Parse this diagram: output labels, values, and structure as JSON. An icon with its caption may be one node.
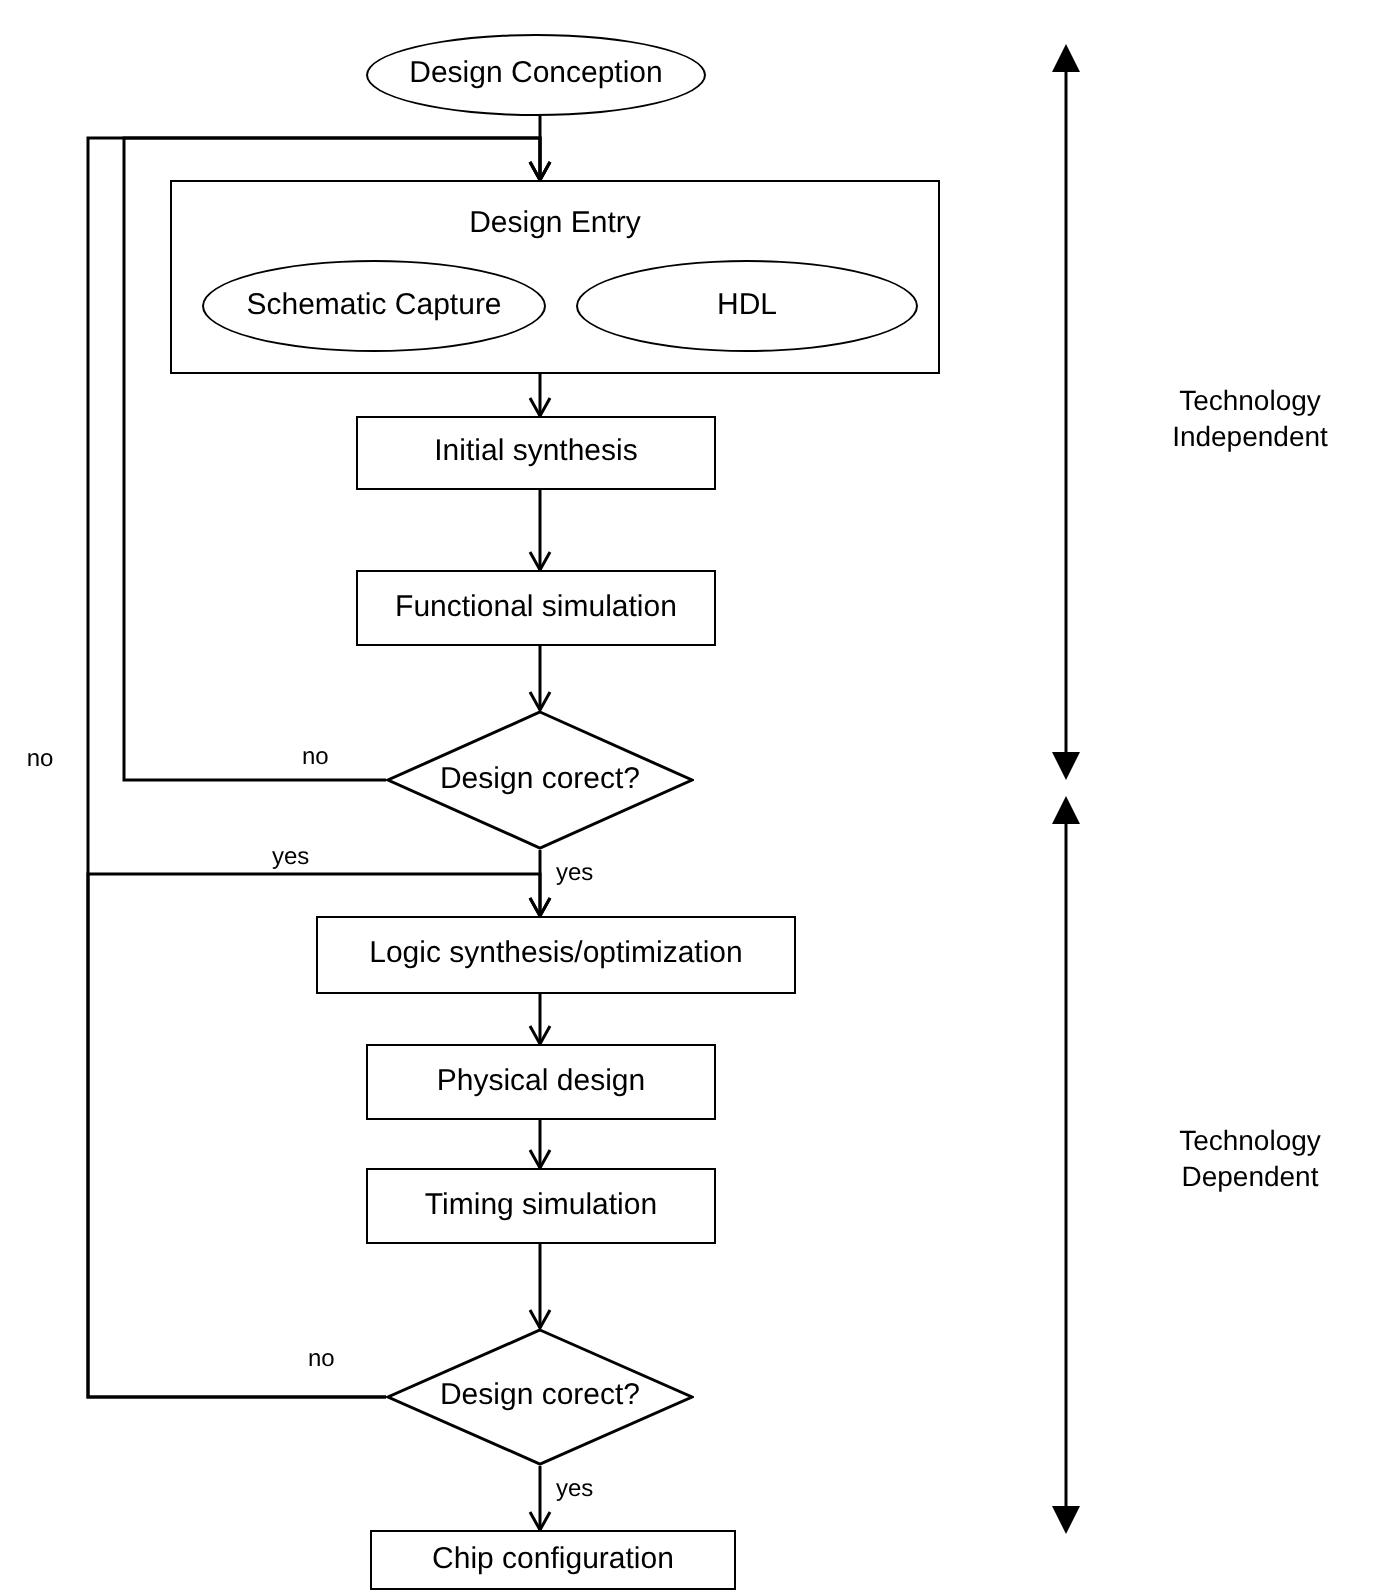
{
  "diagram": {
    "nodes": [
      {
        "text": [
          "Design Conception"
        ]
      },
      {
        "text": [
          "Design Entry"
        ]
      },
      {
        "text": [
          "Schematic Capture"
        ],
        "in": 1
      },
      {
        "text": [
          "HDL"
        ],
        "in": 1
      },
      {
        "text": [
          "Initial synthesis"
        ]
      },
      {
        "text": [
          "Functional simulation"
        ]
      },
      {
        "text": [
          "Design corect?"
        ]
      },
      {
        "text": [
          "Logic synthesis/optimization"
        ]
      },
      {
        "text": [
          "Physical design"
        ]
      },
      {
        "text": [
          "Timing simulation"
        ]
      },
      {
        "text": [
          "Design corect?"
        ]
      },
      {
        "text": [
          "Chip configuration"
        ]
      }
    ],
    "edges": [
      {
        "from": 0,
        "to": 1,
        "arrow": "to"
      },
      {
        "from": 1,
        "to": 4,
        "arrow": "to"
      },
      {
        "from": 4,
        "to": 5,
        "arrow": "to"
      },
      {
        "from": 5,
        "to": 6,
        "arrow": "to"
      },
      {
        "from": 6,
        "to": 1,
        "arrow": "to",
        "label": "no"
      },
      {
        "from": 6,
        "to": 7,
        "arrow": "to",
        "label": "yes"
      },
      {
        "from": 10,
        "to": 1,
        "arrow": "to",
        "label": "no"
      },
      {
        "from": 10,
        "to": 7,
        "arrow": "to",
        "label": "yes"
      },
      {
        "from": 7,
        "to": 8,
        "arrow": "to"
      },
      {
        "from": 8,
        "to": 9,
        "arrow": "to"
      },
      {
        "from": 9,
        "to": 10,
        "arrow": "to"
      },
      {
        "from": 10,
        "to": 11,
        "arrow": "to",
        "label": "yes"
      }
    ],
    "labels": [
      "no",
      "Technology Independent",
      "Technology Dependent"
    ]
  }
}
